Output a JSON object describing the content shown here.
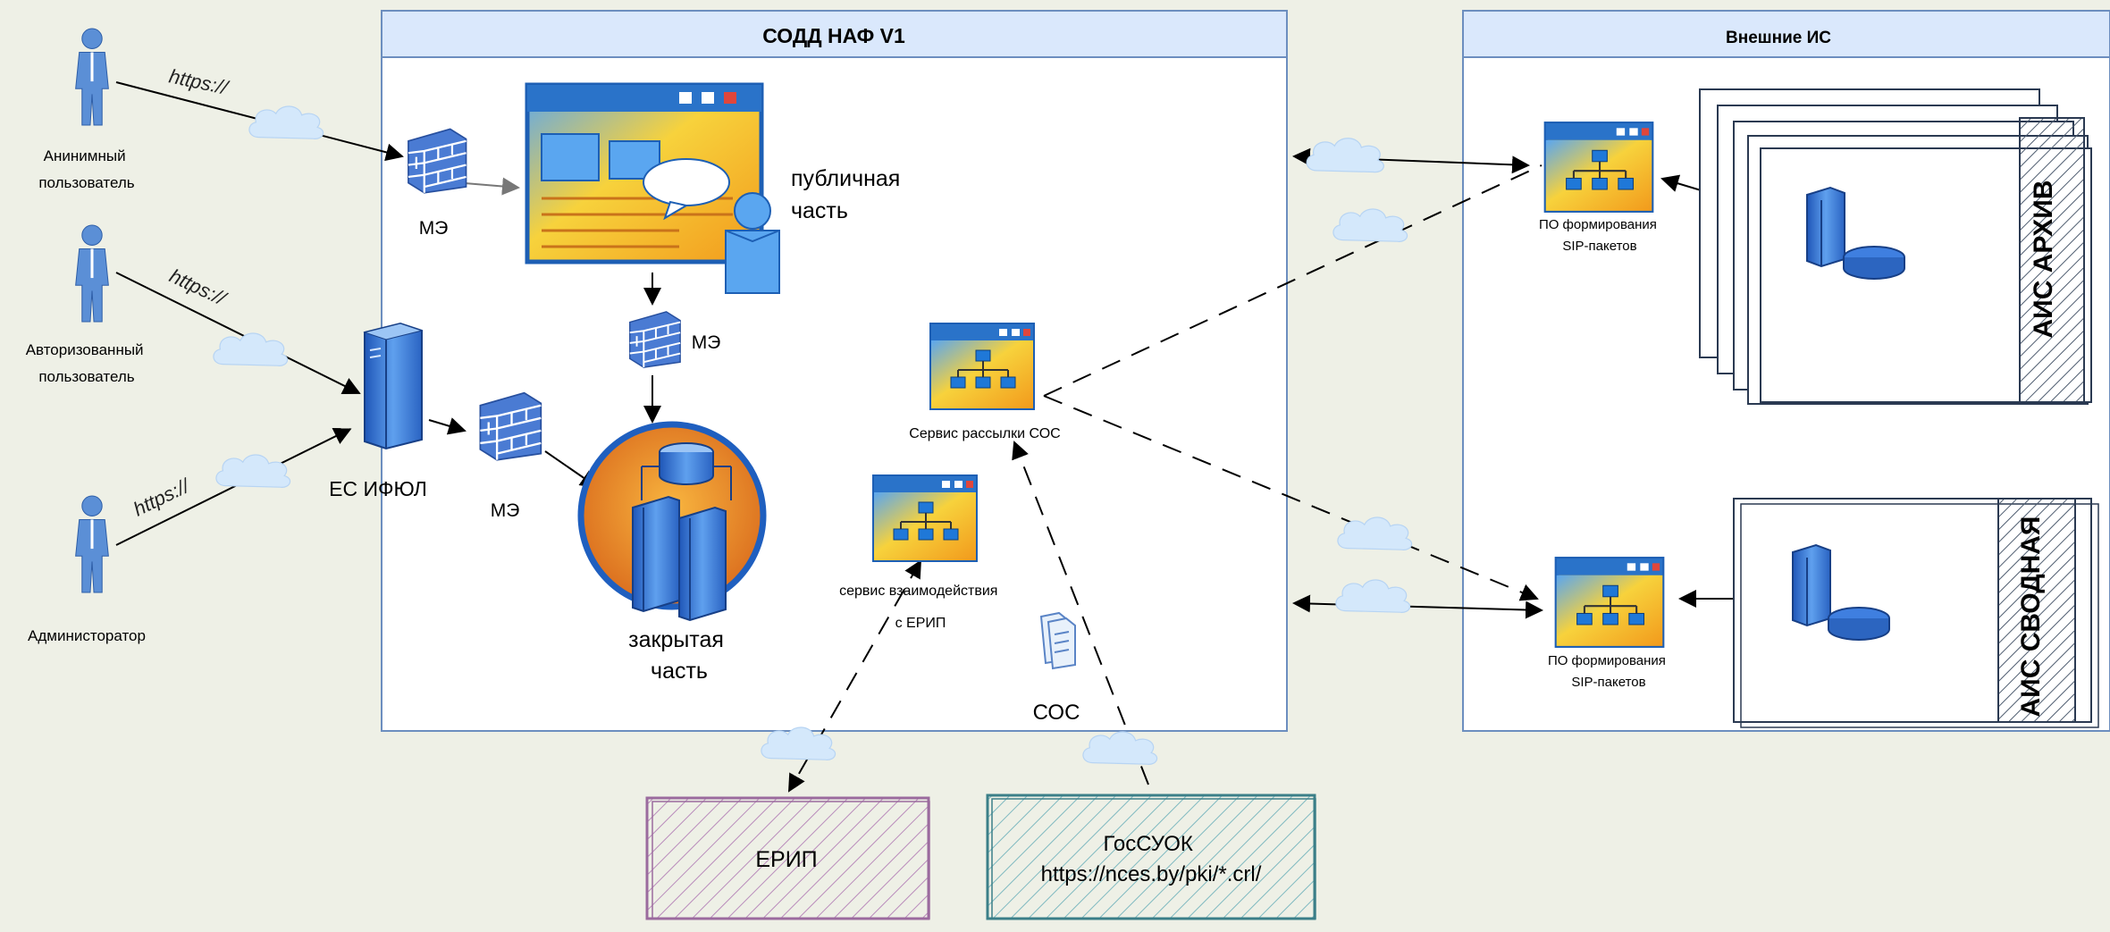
{
  "colors": {
    "background": "#eef0e6",
    "panel_header": "#dae8fc",
    "panel_border": "#6c8ebf",
    "cloud": "#d4e8fb",
    "firewall": "#4a7bd3",
    "erip_hatch": "#9b6b9e",
    "gossuok_hatch": "#5a9ea8"
  },
  "panels": {
    "sodd_title": "СОДД НАФ V1",
    "external_title": "Внешние ИС"
  },
  "users": {
    "anonymous": [
      "Анинимный",
      "пользователь"
    ],
    "authorized": [
      "Авторизованный",
      "пользователь"
    ],
    "admin": "Администоратор"
  },
  "protocol": {
    "https_1": "https://",
    "https_2": "https://",
    "https_3": "https://"
  },
  "firewalls": {
    "fw1": "МЭ",
    "fw2": "МЭ",
    "fw3": "МЭ"
  },
  "components": {
    "es_ifyul": "ЕС ИФЮЛ",
    "public_part": [
      "публичная",
      "часть"
    ],
    "closed_part": [
      "закрытая",
      "часть"
    ],
    "coc_service": "Сервис рассылки СОС",
    "erip_service": [
      "сервис взаимодействия",
      "с ЕРИП"
    ],
    "coc_doc": "СОС"
  },
  "external": {
    "sip_top": [
      "ПО формирования",
      "SIP-пакетов"
    ],
    "sip_bottom": [
      "ПО формирования",
      "SIP-пакетов"
    ],
    "ais_archive": "АИС АРХИВ",
    "ais_summary": "АИС СВОДНАЯ"
  },
  "bottom": {
    "erip": "ЕРИП",
    "gossuok": [
      "ГосСУОК",
      "https://nces.by/pki/*.crl/"
    ]
  }
}
